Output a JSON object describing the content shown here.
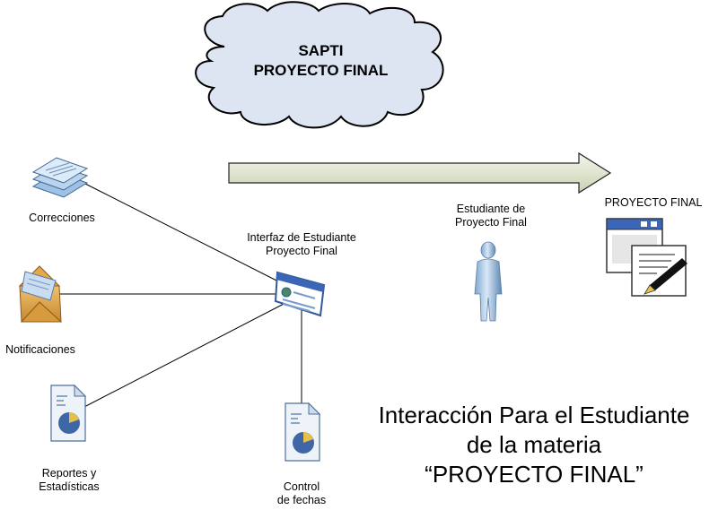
{
  "cloud": {
    "line1": "SAPTI",
    "line2": "PROYECTO FINAL"
  },
  "nodes": {
    "correcciones": "Correcciones",
    "notificaciones": "Notificaciones",
    "reportes_line1": "Reportes y",
    "reportes_line2": "Estadísticas",
    "control_line1": "Control",
    "control_line2": "de fechas",
    "interfaz_line1": "Interfaz de Estudiante",
    "interfaz_line2": "Proyecto Final",
    "estudiante_line1": "Estudiante de",
    "estudiante_line2": "Proyecto Final",
    "proyecto_final": "PROYECTO FINAL"
  },
  "title": {
    "line1": "Interacción Para el Estudiante",
    "line2": "de la materia",
    "line3": "“PROYECTO FINAL”"
  },
  "colors": {
    "cloud_fill": "#dde5f2",
    "arrow_fill": "#e9eddd",
    "accent_blue": "#3b66b5",
    "person": "#b9d3ec"
  }
}
